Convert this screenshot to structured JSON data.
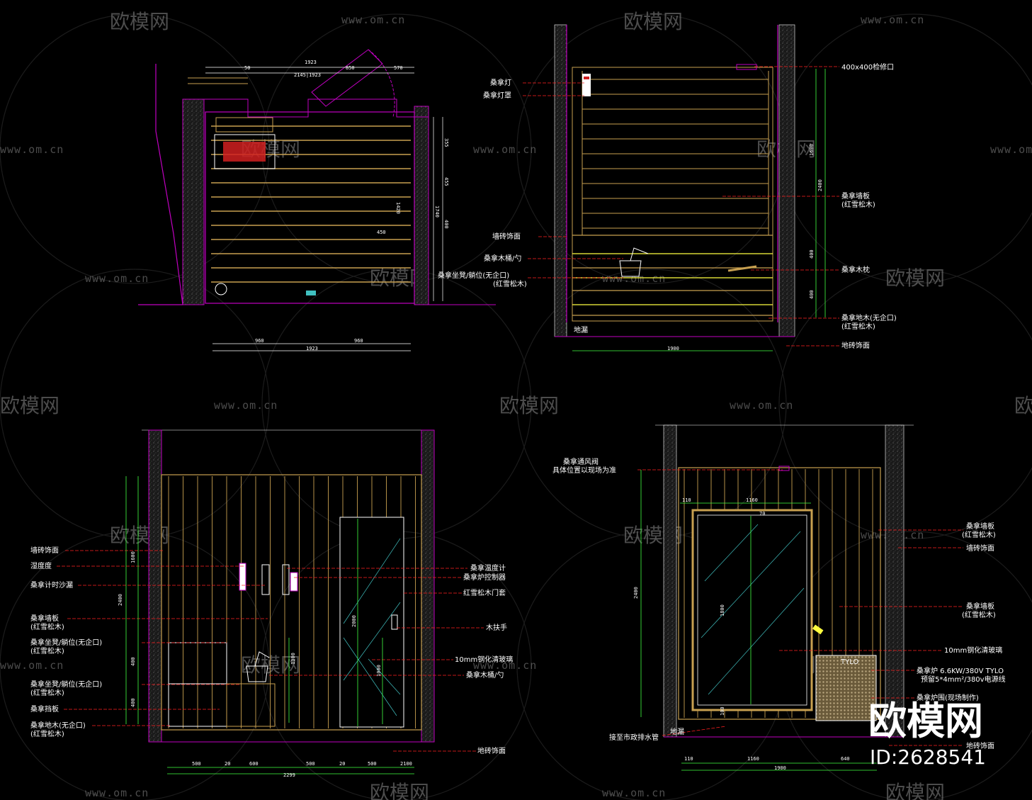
{
  "watermark": {
    "brand": "欧模网",
    "url": "www.om.cn",
    "id_text": "ID:2628541"
  },
  "plan_view": {
    "dims": {
      "top_total": "1923",
      "top_sub": "2145|1923",
      "top_a": "850",
      "top_b": "50",
      "top_c": "570",
      "right_a": "355",
      "right_b": "455",
      "right_c": "400",
      "right_d": "1740",
      "bottom_a": "960",
      "bottom_b": "960",
      "bottom_total": "1923",
      "inner_a": "450",
      "inner_b": "1420"
    }
  },
  "elevation_a": {
    "labels": {
      "lamp": "桑拿灯",
      "lamp_cover": "桑拿灯罩",
      "wall_finish": "墙砖饰面",
      "bucket": "桑拿木桶/勺",
      "seat": "桑拿坐凳/躺位(无企口)",
      "seat_sub": "(红雪松木)",
      "hatch": "400x400检修口",
      "wall_board": "桑拿墙板",
      "wall_board_sub": "(红雪松木)",
      "pillow": "桑拿木枕",
      "floor_wood": "桑拿地木(无企口)",
      "floor_wood_sub": "(红雪松木)",
      "floor_tile": "地砖饰面",
      "floor_drain": "地漏"
    },
    "dims": {
      "h_total": "2400",
      "h_upper": "1600",
      "h_seat1": "400",
      "h_seat2": "400",
      "width": "1900"
    }
  },
  "elevation_b": {
    "labels": {
      "wall_finish": "墙砖饰面",
      "humidity": "湿度度",
      "timer": "桑拿计时沙漏",
      "wall_board": "桑拿墙板",
      "wall_board_sub": "(红雪松木)",
      "seat1": "桑拿坐凳/躺位(无企口)",
      "seat1_sub": "(红雪松木)",
      "seat2": "桑拿坐凳/躺位(无企口)",
      "seat2_sub": "(红雪松木)",
      "kick": "桑拿挡板",
      "floor_wood": "桑拿地木(无企口)",
      "floor_wood_sub": "(红雪松木)",
      "thermometer": "桑拿温度计",
      "controller": "桑拿炉控制器",
      "door_frame": "红雪松木门套",
      "handle": "木扶手",
      "glass": "10mm钢化清玻璃",
      "bucket": "桑拿木桶/勺",
      "floor_tile": "地砖饰面"
    },
    "dims": {
      "h_total": "2400",
      "h_top": "1600",
      "h_mid": "400",
      "h_bot": "400",
      "door_h": "2000",
      "door_w2": "1000",
      "bench_h": "1000",
      "b1": "500",
      "b2": "20",
      "b3": "600",
      "b4": "500",
      "b5": "20",
      "b6": "500",
      "b7": "2100",
      "width": "2299"
    }
  },
  "elevation_c": {
    "labels": {
      "vent": "桑拿通风阀",
      "vent_sub": "具体位置以现场为准",
      "wall_board1": "桑拿墙板",
      "wall_board1_sub": "(红雪松木)",
      "wall_finish": "墙砖饰面",
      "wall_board2": "桑拿墙板",
      "wall_board2_sub": "(红雪松木)",
      "glass": "10mm钢化清玻璃",
      "stove": "桑拿炉 6.6KW/380V TYLO",
      "stove_sub": "预留5*4mm²/380v电源线",
      "stove_guard": "桑拿炉围(现场制作)",
      "drain": "接至市政排水管",
      "floor_drain": "地漏",
      "floor_tile": "地砖饰面",
      "tylo": "TYLO"
    },
    "dims": {
      "h_total": "2400",
      "left": "110",
      "door_w": "1160",
      "top_gap": "70",
      "door_h": "1800",
      "gap_b": "100",
      "right_side": "640",
      "bot_left": "110",
      "bot_door": "1160",
      "bot_right": "640",
      "width": "1900"
    }
  },
  "colors": {
    "background": "#000000",
    "wall": "#c000c0",
    "wood": "#c8a050",
    "leader": "#ff2020",
    "dimension": "#40ff40",
    "highlight": "#ffff40",
    "glass": "#40c0c0"
  }
}
